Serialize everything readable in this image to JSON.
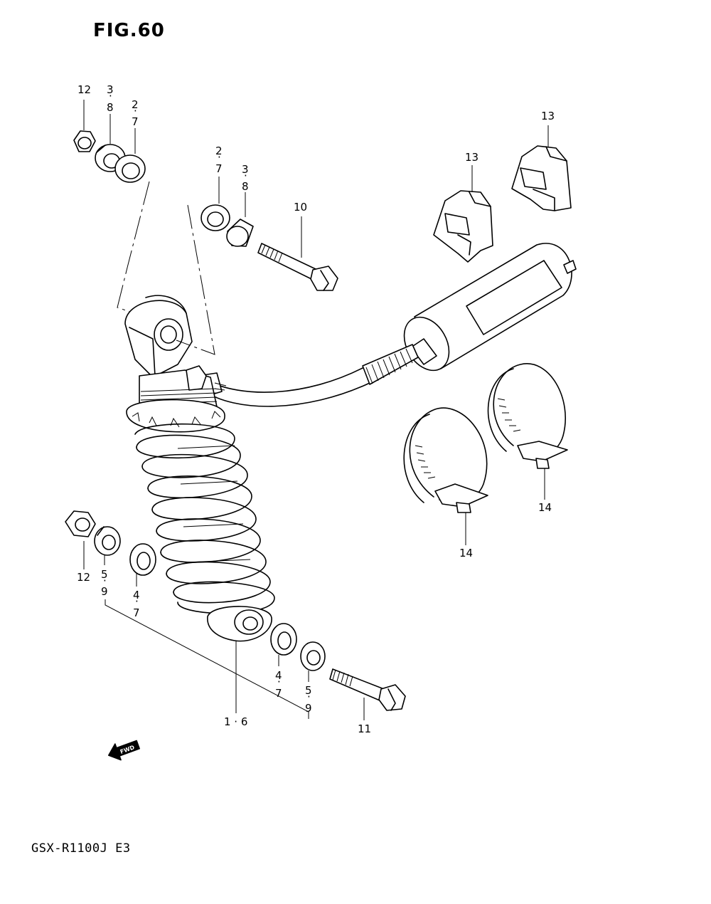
{
  "figure": {
    "title": "FIG.60",
    "model_code": "GSX-R1100J  E3",
    "fwd_label": "FWD"
  },
  "callouts": [
    {
      "id": "c12a",
      "lines": [
        "12"
      ]
    },
    {
      "id": "c38a",
      "lines": [
        "3",
        "8"
      ]
    },
    {
      "id": "c27a",
      "lines": [
        "2",
        "7"
      ]
    },
    {
      "id": "c27b",
      "lines": [
        "2",
        "7"
      ]
    },
    {
      "id": "c38b",
      "lines": [
        "3",
        "8"
      ]
    },
    {
      "id": "c10",
      "lines": [
        "10"
      ]
    },
    {
      "id": "c13a",
      "lines": [
        "13"
      ]
    },
    {
      "id": "c13b",
      "lines": [
        "13"
      ]
    },
    {
      "id": "c12b",
      "lines": [
        "12"
      ]
    },
    {
      "id": "c59a",
      "lines": [
        "5",
        "9"
      ]
    },
    {
      "id": "c47a",
      "lines": [
        "4",
        "7"
      ]
    },
    {
      "id": "c47b",
      "lines": [
        "4",
        "7"
      ]
    },
    {
      "id": "c59b",
      "lines": [
        "5",
        "9"
      ]
    },
    {
      "id": "c16",
      "lines": [
        "1 · 6"
      ]
    },
    {
      "id": "c11",
      "lines": [
        "11"
      ]
    },
    {
      "id": "c14a",
      "lines": [
        "14"
      ]
    },
    {
      "id": "c14b",
      "lines": [
        "14"
      ]
    }
  ],
  "icons": {
    "fwd_arrow": "fwd-arrow-icon"
  }
}
